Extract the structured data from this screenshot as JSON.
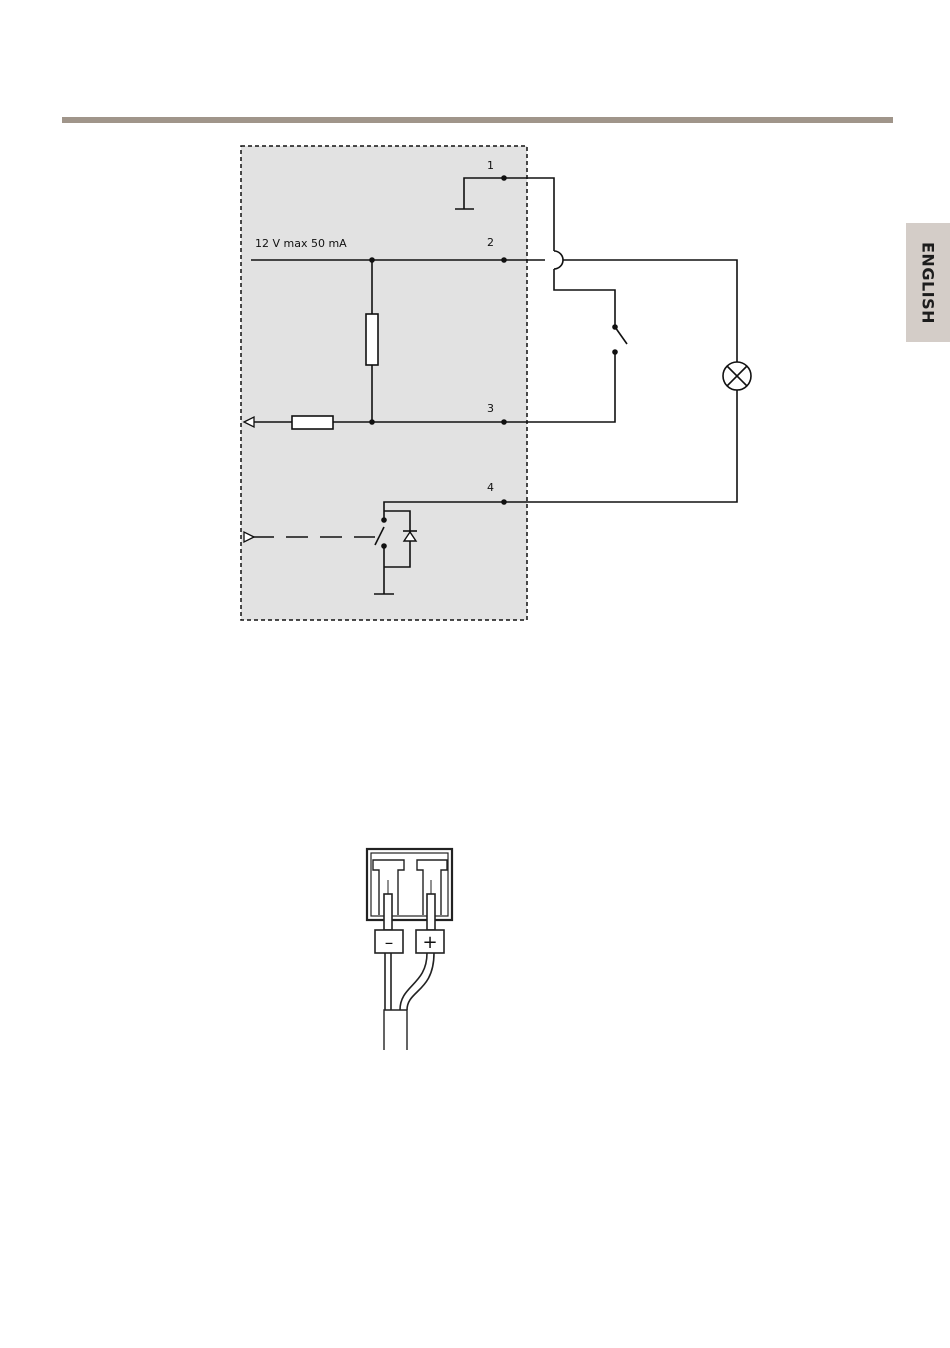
{
  "language_tab": {
    "label": "ENGLISH"
  },
  "circuit": {
    "pins": [
      {
        "number": "1"
      },
      {
        "number": "2"
      },
      {
        "number": "3"
      },
      {
        "number": "4"
      }
    ],
    "supply_label": "12 V max 50 mA"
  },
  "connector": {
    "minus_label": "–",
    "plus_label": "+"
  },
  "colors": {
    "rule": "#a0958a",
    "tab": "#d4cdc8",
    "box_fill": "#e2e2e2",
    "line": "#111111"
  }
}
